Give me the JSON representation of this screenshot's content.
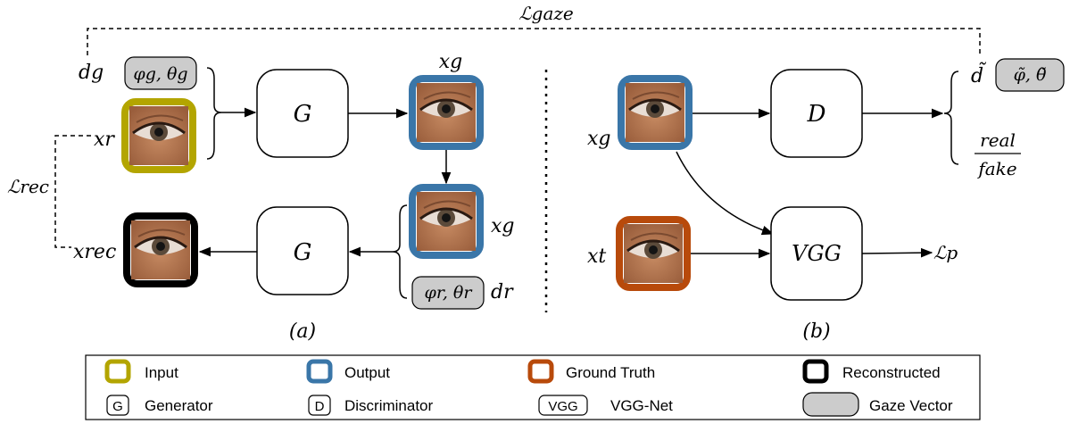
{
  "colors": {
    "input": "#b3a500",
    "output": "#3a76a8",
    "ground_truth": "#b84a0b",
    "reconstructed": "#000000",
    "gaze_fill": "#cccccc"
  },
  "panel_a": {
    "label": "(a)",
    "gaze_loss": "ℒgaze",
    "rec_loss": "ℒrec",
    "d_g": "dg",
    "gaze_input": "φg, θg",
    "x_r": "xr",
    "x_rec": "xrec",
    "x_g_top": "xg",
    "x_g_mid": "xg",
    "gaze_r": "φr, θr",
    "d_r": "dr",
    "gen_top": "G",
    "gen_bottom": "G"
  },
  "panel_b": {
    "label": "(b)",
    "x_g": "xg",
    "x_t": "xt",
    "disc": "D",
    "vgg": "VGG",
    "d_tilde": "d̃",
    "gaze_pred": "φ̃, θ̃",
    "real": "real",
    "fake": "fake",
    "perc_loss": "ℒp"
  },
  "legend": {
    "input": "Input",
    "output": "Output",
    "ground_truth": "Ground Truth",
    "reconstructed": "Reconstructed",
    "g_icon": "G",
    "generator": "Generator",
    "d_icon": "D",
    "discriminator": "Discriminator",
    "vgg_icon": "VGG",
    "vgg_net": "VGG-Net",
    "gaze_vector": "Gaze Vector"
  }
}
